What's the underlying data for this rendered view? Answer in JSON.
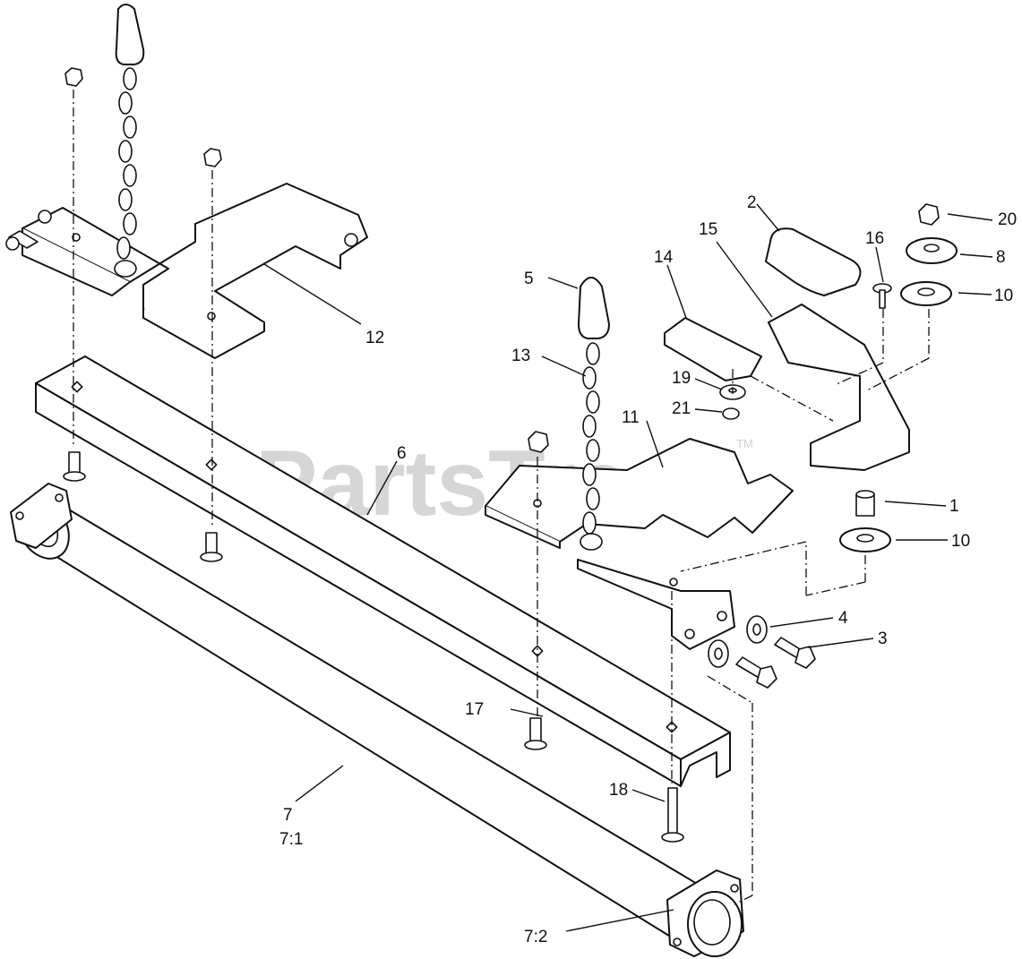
{
  "watermark": {
    "text": "PartsTree",
    "trademark": "TM"
  },
  "callouts": {
    "c1": "1",
    "c2": "2",
    "c3": "3",
    "c4": "4",
    "c5": "5",
    "c6": "6",
    "c7": "7",
    "c7_1": "7:1",
    "c7_2": "7:2",
    "c8": "8",
    "c10a": "10",
    "c10b": "10",
    "c11": "11",
    "c12": "12",
    "c13": "13",
    "c14": "14",
    "c15": "15",
    "c16": "16",
    "c17": "17",
    "c18": "18",
    "c19": "19",
    "c20": "20",
    "c21": "21"
  }
}
